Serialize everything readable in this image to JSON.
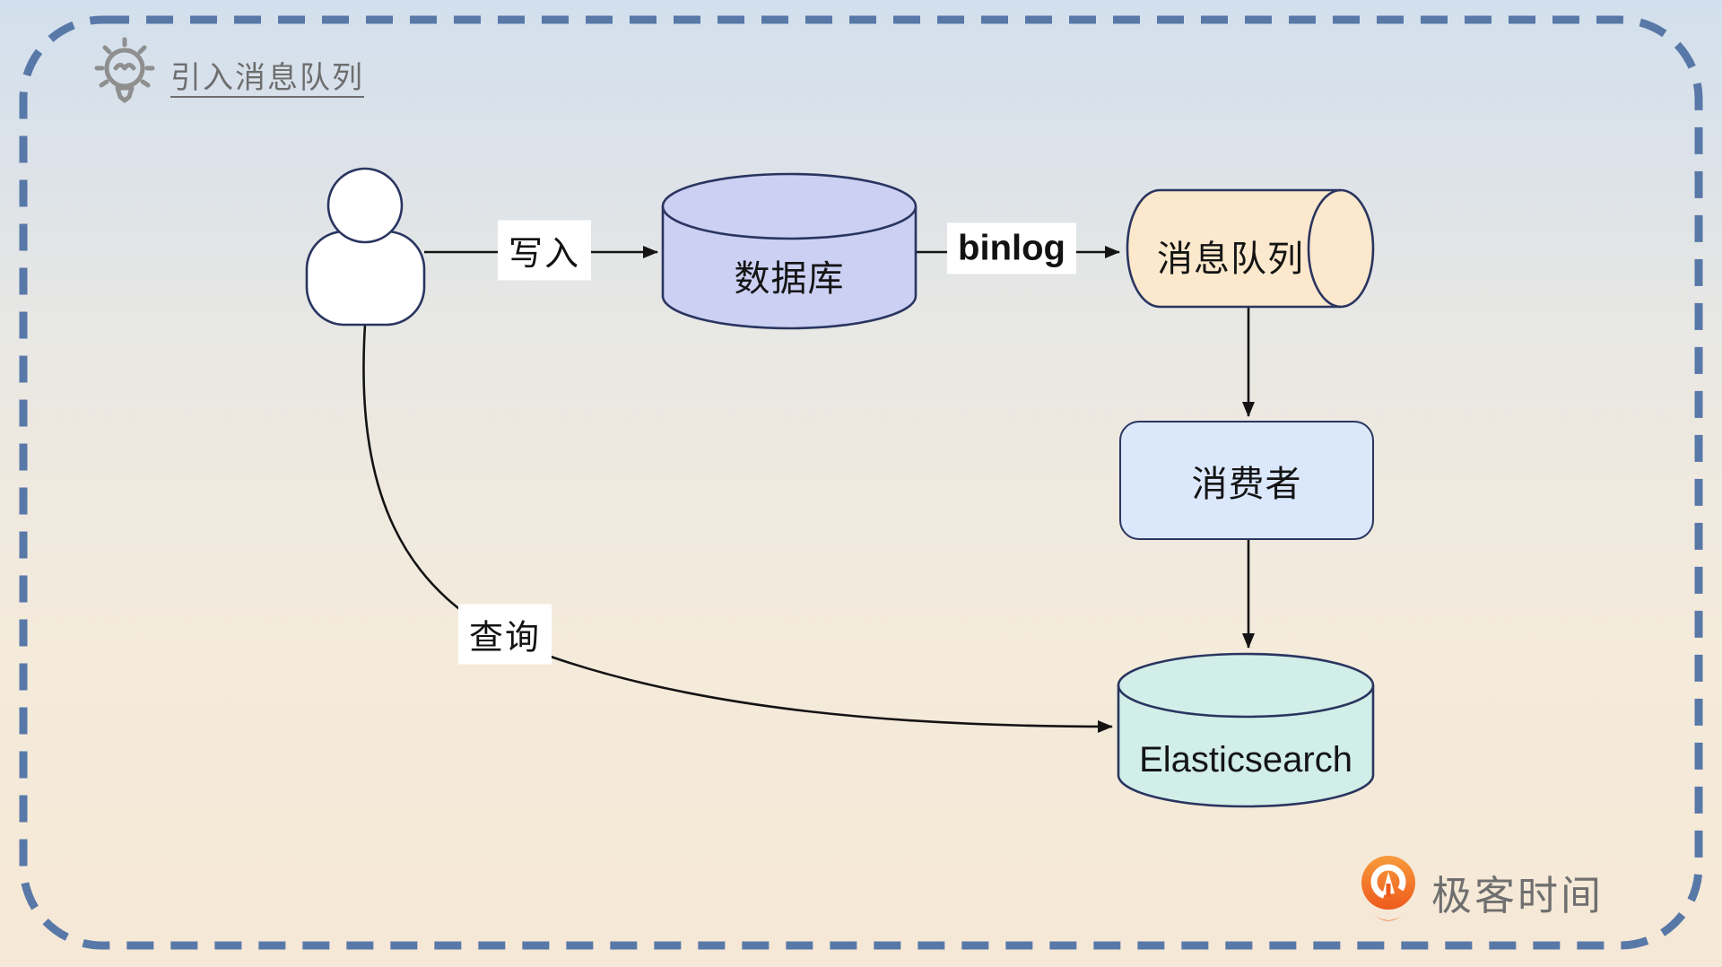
{
  "title": {
    "text": "引入消息队列",
    "icon": "lightbulb-icon"
  },
  "nodes": {
    "user": {
      "type": "person",
      "label": ""
    },
    "database": {
      "type": "cylinder-vertical",
      "label": "数据库",
      "fill": "#ccd0f3"
    },
    "message_queue": {
      "type": "cylinder-horizontal",
      "label": "消息队列",
      "fill": "#fce8cc"
    },
    "consumer": {
      "type": "rounded-rect",
      "label": "消费者",
      "fill": "#dbe7fb"
    },
    "elasticsearch": {
      "type": "cylinder-vertical",
      "label": "Elasticsearch",
      "fill": "#d2eee8"
    }
  },
  "edges": {
    "write": {
      "from": "user",
      "to": "database",
      "label": "写入"
    },
    "binlog": {
      "from": "database",
      "to": "message_queue",
      "label": "binlog"
    },
    "queue_to_consumer": {
      "from": "message_queue",
      "to": "consumer",
      "label": ""
    },
    "consumer_to_es": {
      "from": "consumer",
      "to": "elasticsearch",
      "label": ""
    },
    "query": {
      "from": "user",
      "to": "elasticsearch",
      "label": "查询"
    }
  },
  "watermark": {
    "text": "极客时间",
    "icon": "geektime-logo"
  },
  "colors": {
    "border_dash": "#5878a8",
    "shape_stroke": "#2a3560",
    "arrow": "#141414",
    "title_gray": "#6e6e6e",
    "brand_orange": "#ee5a1c",
    "bg_top": "#d2e0ed",
    "bg_bottom": "#f6e8d6"
  }
}
